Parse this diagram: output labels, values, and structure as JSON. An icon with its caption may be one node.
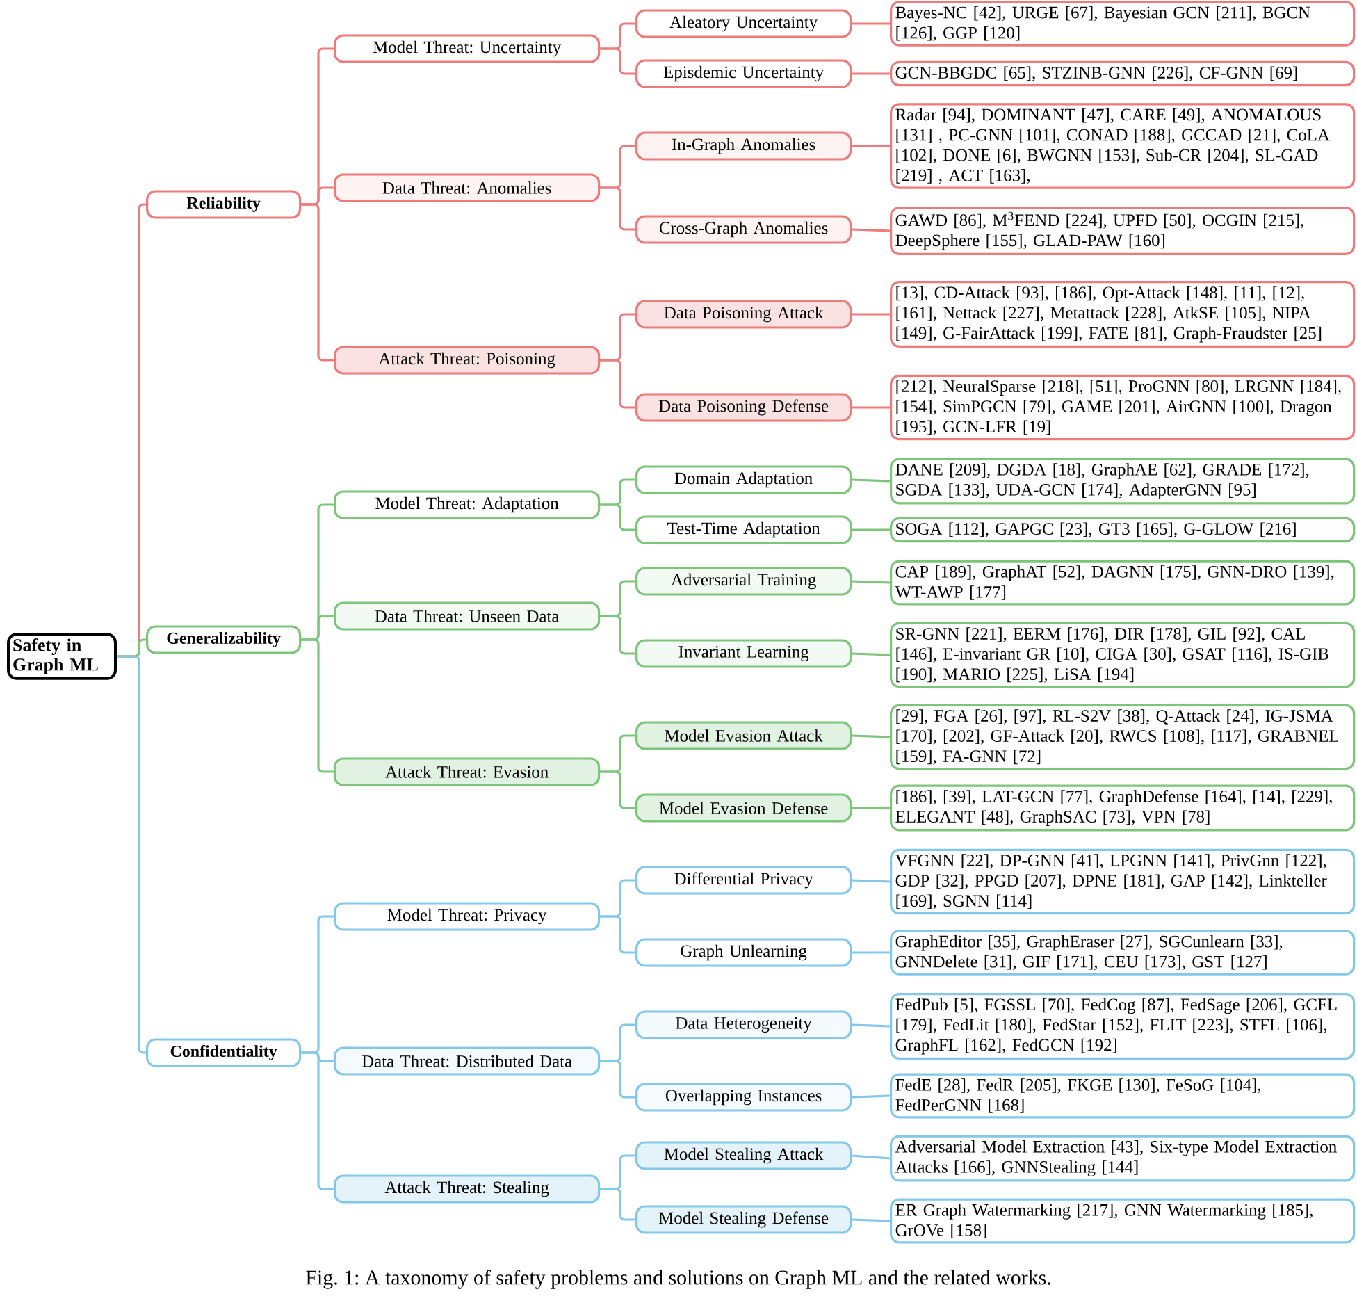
{
  "diagram": {
    "caption": "Fig. 1: A taxonomy of safety problems and solutions on Graph ML and the related works.",
    "nodes": [
      {
        "text": [
          "Safety in Graph ML"
        ]
      },
      {
        "text": [
          "Reliability"
        ]
      },
      {
        "text": [
          "Model Threat: Uncertainty"
        ]
      },
      {
        "text": [
          "Aleatory Uncertainty"
        ]
      },
      {
        "text": [
          "Bayes-NC [42], URGE [67], Bayesian GCN [211], BGCN [126], GGP [120]"
        ]
      },
      {
        "text": [
          "Episdemic Uncertainty"
        ]
      },
      {
        "text": [
          "GCN-BBGDC [65], STZINB-GNN [226], CF-GNN [69]"
        ]
      },
      {
        "text": [
          "Data Threat: Anomalies"
        ]
      },
      {
        "text": [
          "In-Graph Anomalies"
        ]
      },
      {
        "text": [
          "Radar [94], DOMINANT [47], CARE [49], ANOMALOUS [131] , PC-GNN [101], CONAD [188], GCCAD [21], CoLA [102], DONE [6], BWGNN [153], Sub-CR [204], SL-GAD [219] , ACT [163],"
        ]
      },
      {
        "text": [
          "Cross-Graph Anomalies"
        ]
      },
      {
        "text": [
          "GAWD [86], M$^{3}$FEND [224], UPFD [50], OCGIN [215], DeepSphere [155], GLAD-PAW [160]"
        ]
      },
      {
        "text": [
          "Attack Threat: Poisoning"
        ]
      },
      {
        "text": [
          "Data Poisoning Attack"
        ]
      },
      {
        "text": [
          "[13], CD-Attack [93], [186], Opt-Attack [148], [11], [12], [161], Nettack [227], Metattack [228], AtkSE [105], NIPA [149], G-FairAttack [199], FATE [81], Graph-Fraudster [25]"
        ]
      },
      {
        "text": [
          "Data Poisoning Defense"
        ]
      },
      {
        "text": [
          "[212], NeuralSparse [218], [51], ProGNN [80], LRGNN [184], [154], SimPGCN [79], GAME [201], AirGNN [100], Dragon [195], GCN-LFR [19]"
        ]
      },
      {
        "text": [
          "Generalizability"
        ]
      },
      {
        "text": [
          "Model Threat: Adaptation"
        ]
      },
      {
        "text": [
          "Domain Adaptation"
        ]
      },
      {
        "text": [
          "DANE [209], DGDA [18], GraphAE [62], GRADE [172], SGDA [133], UDA-GCN [174], AdapterGNN [95]"
        ]
      },
      {
        "text": [
          "Test-Time Adaptation"
        ]
      },
      {
        "text": [
          "SOGA [112], GAPGC [23], GT3 [165], G-GLOW [216]"
        ]
      },
      {
        "text": [
          "Data Threat: Unseen Data"
        ]
      },
      {
        "text": [
          "Adversarial Training"
        ]
      },
      {
        "text": [
          "CAP [189], GraphAT [52], DAGNN [175], GNN-DRO [139], WT-AWP [177]"
        ]
      },
      {
        "text": [
          "Invariant Learning"
        ]
      },
      {
        "text": [
          "SR-GNN [221], EERM [176], DIR [178], GIL [92], CAL [146], E-invariant GR [10], CIGA [30], GSAT [116], IS-GIB [190], MARIO [225], LiSA [194]"
        ]
      },
      {
        "text": [
          "Attack Threat: Evasion"
        ]
      },
      {
        "text": [
          "Model Evasion Attack"
        ]
      },
      {
        "text": [
          "[29], FGA [26], [97], RL-S2V [38], Q-Attack [24], IG-JSMA [170], [202], GF-Attack [20], RWCS [108], [117], GRABNEL [159], FA-GNN [72]"
        ]
      },
      {
        "text": [
          "Model Evasion Defense"
        ]
      },
      {
        "text": [
          "[186], [39], LAT-GCN [77], GraphDefense [164], [14], [229], ELEGANT [48], GraphSAC [73], VPN [78]"
        ]
      },
      {
        "text": [
          "Confidentiality"
        ]
      },
      {
        "text": [
          "Model Threat: Privacy"
        ]
      },
      {
        "text": [
          "Differential Privacy"
        ]
      },
      {
        "text": [
          "VFGNN [22], DP-GNN [41], LPGNN [141], PrivGnn [122], GDP [32], PPGD [207], DPNE [181], GAP [142], Linkteller [169], SGNN [114]"
        ]
      },
      {
        "text": [
          "Graph Unlearning"
        ]
      },
      {
        "text": [
          "GraphEditor [35], GraphEraser [27], SGCunlearn [33], GNNDelete [31], GIF [171], CEU [173], GST [127]"
        ]
      },
      {
        "text": [
          "Data Threat: Distributed Data"
        ]
      },
      {
        "text": [
          "Data Heterogeneity"
        ]
      },
      {
        "text": [
          "FedPub [5], FGSSL [70], FedCog [87], FedSage [206], GCFL [179], FedLit [180], FedStar [152], FLIT [223], STFL [106], GraphFL [162], FedGCN [192]"
        ]
      },
      {
        "text": [
          "Overlapping Instances"
        ]
      },
      {
        "text": [
          "FedE [28], FedR [205], FKGE [130], FeSoG [104], FedPerGNN [168]"
        ]
      },
      {
        "text": [
          "Attack Threat: Stealing"
        ]
      },
      {
        "text": [
          "Model Stealing Attack"
        ]
      },
      {
        "text": [
          "Adversarial Model Extraction [43], Six-type Model Extraction Attacks [166], GNNStealing [144]"
        ]
      },
      {
        "text": [
          "Model Stealing Defense"
        ]
      },
      {
        "text": [
          "ER Graph Watermarking [217], GNN Watermarking [185], GrOVe [158]"
        ]
      }
    ],
    "edges": [
      {
        "from": 0,
        "to": 1,
        "arrow": "none",
        "color": "#ee7b7b"
      },
      {
        "from": 1,
        "to": 2,
        "arrow": "none",
        "color": "#ee7b7b"
      },
      {
        "from": 2,
        "to": 3,
        "arrow": "none",
        "color": "#ee7b7b"
      },
      {
        "from": 3,
        "to": 4,
        "arrow": "none",
        "color": "#ee7b7b"
      },
      {
        "from": 2,
        "to": 5,
        "arrow": "none",
        "color": "#ee7b7b"
      },
      {
        "from": 5,
        "to": 6,
        "arrow": "none",
        "color": "#ee7b7b"
      },
      {
        "from": 1,
        "to": 7,
        "arrow": "none",
        "color": "#ee7b7b"
      },
      {
        "from": 7,
        "to": 8,
        "arrow": "none",
        "color": "#ee7b7b"
      },
      {
        "from": 8,
        "to": 9,
        "arrow": "none",
        "color": "#ee7b7b"
      },
      {
        "from": 7,
        "to": 10,
        "arrow": "none",
        "color": "#ee7b7b"
      },
      {
        "from": 10,
        "to": 11,
        "arrow": "none",
        "color": "#ee7b7b"
      },
      {
        "from": 1,
        "to": 12,
        "arrow": "none",
        "color": "#ee7b7b"
      },
      {
        "from": 12,
        "to": 13,
        "arrow": "none",
        "color": "#ee7b7b"
      },
      {
        "from": 13,
        "to": 14,
        "arrow": "none",
        "color": "#ee7b7b"
      },
      {
        "from": 12,
        "to": 15,
        "arrow": "none",
        "color": "#ee7b7b"
      },
      {
        "from": 15,
        "to": 16,
        "arrow": "none",
        "color": "#ee7b7b"
      },
      {
        "from": 0,
        "to": 17,
        "arrow": "none",
        "color": "#7dc57a"
      },
      {
        "from": 17,
        "to": 18,
        "arrow": "none",
        "color": "#7dc57a"
      },
      {
        "from": 18,
        "to": 19,
        "arrow": "none",
        "color": "#7dc57a"
      },
      {
        "from": 19,
        "to": 20,
        "arrow": "none",
        "color": "#7dc57a"
      },
      {
        "from": 18,
        "to": 21,
        "arrow": "none",
        "color": "#7dc57a"
      },
      {
        "from": 21,
        "to": 22,
        "arrow": "none",
        "color": "#7dc57a"
      },
      {
        "from": 17,
        "to": 23,
        "arrow": "none",
        "color": "#7dc57a"
      },
      {
        "from": 23,
        "to": 24,
        "arrow": "none",
        "color": "#7dc57a"
      },
      {
        "from": 24,
        "to": 25,
        "arrow": "none",
        "color": "#7dc57a"
      },
      {
        "from": 23,
        "to": 26,
        "arrow": "none",
        "color": "#7dc57a"
      },
      {
        "from": 26,
        "to": 27,
        "arrow": "none",
        "color": "#7dc57a"
      },
      {
        "from": 17,
        "to": 28,
        "arrow": "none",
        "color": "#7dc57a"
      },
      {
        "from": 28,
        "to": 29,
        "arrow": "none",
        "color": "#7dc57a"
      },
      {
        "from": 29,
        "to": 30,
        "arrow": "none",
        "color": "#7dc57a"
      },
      {
        "from": 28,
        "to": 31,
        "arrow": "none",
        "color": "#7dc57a"
      },
      {
        "from": 31,
        "to": 32,
        "arrow": "none",
        "color": "#7dc57a"
      },
      {
        "from": 0,
        "to": 33,
        "arrow": "none",
        "color": "#83c8e8"
      },
      {
        "from": 33,
        "to": 34,
        "arrow": "none",
        "color": "#83c8e8"
      },
      {
        "from": 34,
        "to": 35,
        "arrow": "none",
        "color": "#83c8e8"
      },
      {
        "from": 35,
        "to": 36,
        "arrow": "none",
        "color": "#83c8e8"
      },
      {
        "from": 34,
        "to": 37,
        "arrow": "none",
        "color": "#83c8e8"
      },
      {
        "from": 37,
        "to": 38,
        "arrow": "none",
        "color": "#83c8e8"
      },
      {
        "from": 33,
        "to": 39,
        "arrow": "none",
        "color": "#83c8e8"
      },
      {
        "from": 39,
        "to": 40,
        "arrow": "none",
        "color": "#83c8e8"
      },
      {
        "from": 40,
        "to": 41,
        "arrow": "none",
        "color": "#83c8e8"
      },
      {
        "from": 39,
        "to": 42,
        "arrow": "none",
        "color": "#83c8e8"
      },
      {
        "from": 42,
        "to": 43,
        "arrow": "none",
        "color": "#83c8e8"
      },
      {
        "from": 33,
        "to": 44,
        "arrow": "none",
        "color": "#83c8e8"
      },
      {
        "from": 44,
        "to": 45,
        "arrow": "none",
        "color": "#83c8e8"
      },
      {
        "from": 45,
        "to": 46,
        "arrow": "none",
        "color": "#83c8e8"
      },
      {
        "from": 44,
        "to": 47,
        "arrow": "none",
        "color": "#83c8e8"
      },
      {
        "from": 47,
        "to": 48,
        "arrow": "none",
        "color": "#83c8e8"
      }
    ]
  }
}
